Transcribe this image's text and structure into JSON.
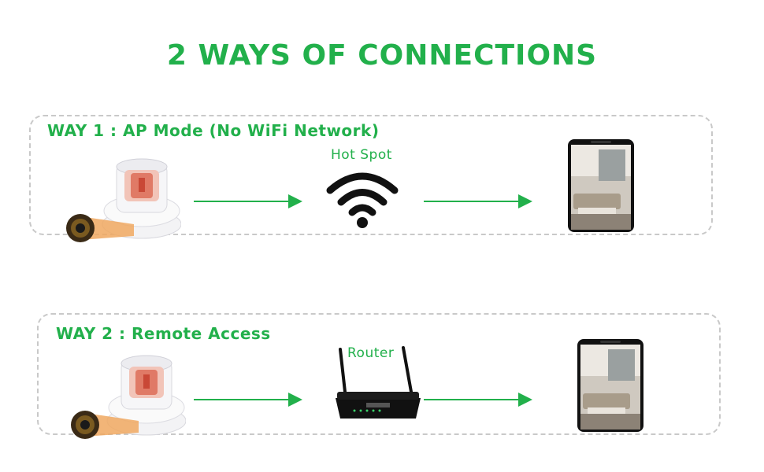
{
  "title": "2 WAYS OF CONNECTIONS",
  "ways": [
    {
      "title": "WAY 1 : AP Mode (No WiFi Network)",
      "middle_label": "Hot Spot",
      "middle_icon": "wifi-icon"
    },
    {
      "title": "WAY 2 : Remote Access",
      "middle_label": "Router",
      "middle_icon": "router-icon"
    }
  ],
  "colors": {
    "accent": "#22b04b",
    "dashed_border": "#c9c9c9"
  },
  "icons": [
    "bulb-holder-camera",
    "arrow-right-icon",
    "wifi-icon",
    "router-icon",
    "smartphone-icon"
  ]
}
